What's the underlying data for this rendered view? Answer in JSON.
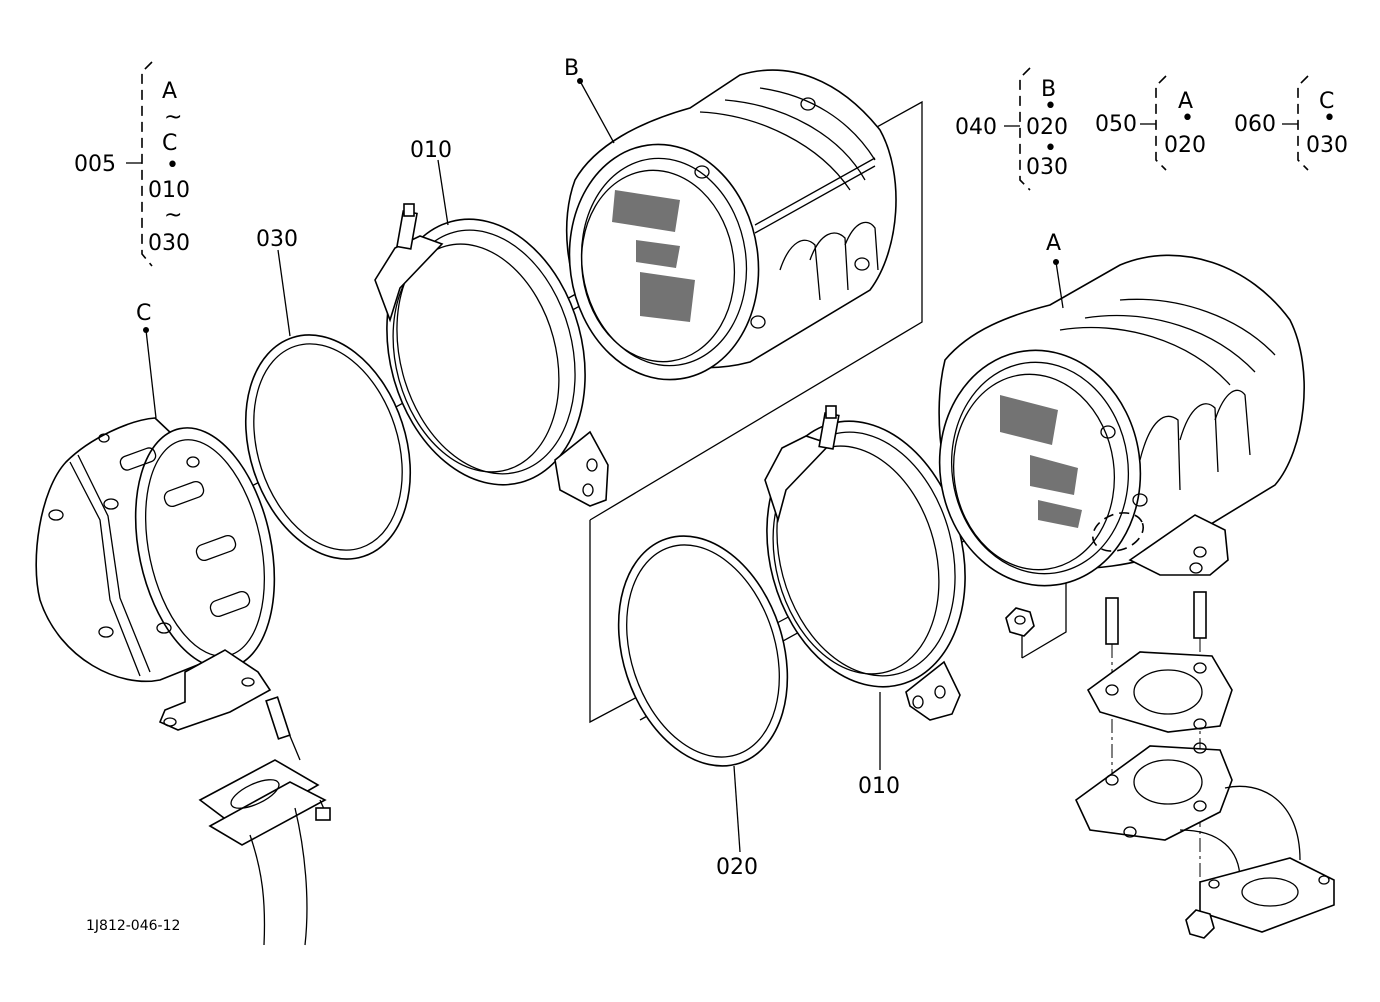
{
  "callouts": {
    "left_group": {
      "number": "005",
      "range": [
        "A",
        "~",
        "C",
        "•",
        "010",
        "~",
        "030"
      ]
    },
    "g040": {
      "number": "040",
      "items": [
        "B",
        "•",
        "020",
        "•",
        "030"
      ]
    },
    "g050": {
      "number": "050",
      "items": [
        "A",
        "•",
        "020"
      ]
    },
    "g060": {
      "number": "060",
      "items": [
        "C",
        "•",
        "030"
      ]
    }
  },
  "part_labels": {
    "c_label": "C",
    "b_label": "B",
    "a_label": "A",
    "p010_top": "010",
    "p030": "030",
    "p010_bottom": "010",
    "p020": "020"
  },
  "drawing_id": "1J812-046-12"
}
